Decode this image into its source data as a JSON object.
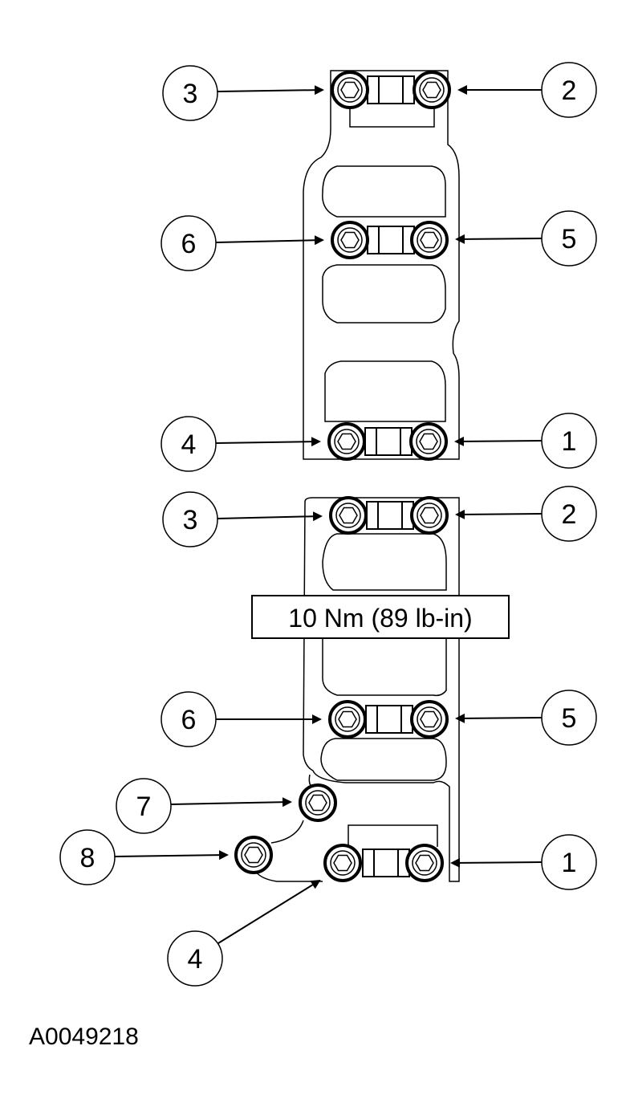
{
  "diagram": {
    "torque_label": "10 Nm (89 lb-in)",
    "reference_code": "A0049218",
    "upper_section": {
      "callouts": [
        "3",
        "2",
        "6",
        "5",
        "4",
        "1"
      ]
    },
    "lower_section": {
      "callouts": [
        "3",
        "2",
        "6",
        "5",
        "7",
        "8",
        "1",
        "4"
      ]
    }
  }
}
